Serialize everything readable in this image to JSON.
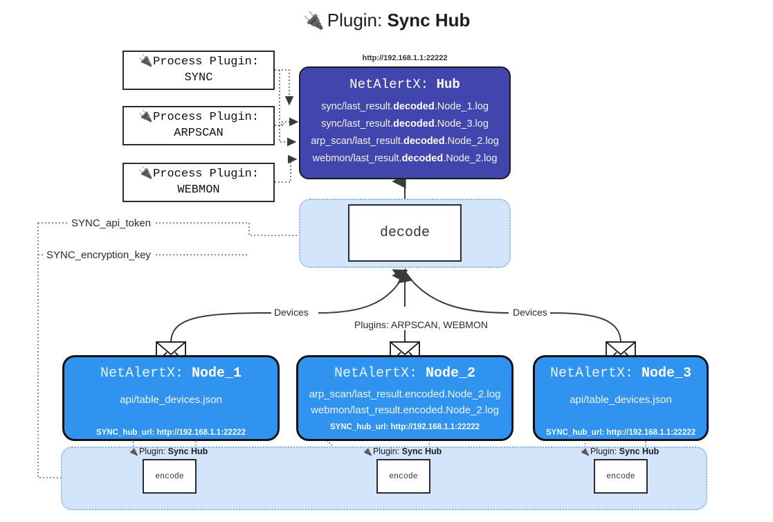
{
  "title": {
    "icon": "plug-icon",
    "prefix": "Plugin:",
    "name": "Sync Hub"
  },
  "process_plugins": [
    {
      "icon": "plug-icon",
      "line1": "Process Plugin:",
      "line2": "SYNC"
    },
    {
      "icon": "plug-icon",
      "line1": "Process Plugin:",
      "line2": "ARPSCAN"
    },
    {
      "icon": "plug-icon",
      "line1": "Process Plugin:",
      "line2": "WEBMON"
    }
  ],
  "hub": {
    "url": "http://192.168.1.1:22222",
    "title_prefix": "NetAlertX:",
    "title_name": "Hub",
    "logs": [
      {
        "pre": "sync/last_result.",
        "em": "decoded",
        "post": ".Node_1.log"
      },
      {
        "pre": "sync/last_result.",
        "em": "decoded",
        "post": ".Node_3.log"
      },
      {
        "pre": "arp_scan/last_result.",
        "em": "decoded",
        "post": ".Node_2.log"
      },
      {
        "pre": "webmon/last_result.",
        "em": "decoded",
        "post": ".Node_2.log"
      }
    ]
  },
  "decode": {
    "label": "decode"
  },
  "secrets": {
    "api_token": "SYNC_api_token",
    "encryption_key": "SYNC_encryption_key"
  },
  "edge_labels": {
    "devices_left": "Devices",
    "devices_right": "Devices",
    "plugins_mid": "Plugins: ARPSCAN, WEBMON"
  },
  "nodes": [
    {
      "icon": "envelope-icon",
      "title_prefix": "NetAlertX:",
      "title_name": "Node_1",
      "lines": [
        "api/table_devices.json"
      ],
      "footer": "SYNC_hub_url: http://192.168.1.1:22222"
    },
    {
      "icon": "envelope-icon",
      "title_prefix": "NetAlertX:",
      "title_name": "Node_2",
      "lines": [
        "arp_scan/last_result.encoded.Node_2.log",
        "webmon/last_result.encoded.Node_2.log"
      ],
      "footer": "SYNC_hub_url: http://192.168.1.1:22222"
    },
    {
      "icon": "envelope-icon",
      "title_prefix": "NetAlertX:",
      "title_name": "Node_3",
      "lines": [
        "api/table_devices.json"
      ],
      "footer": "SYNC_hub_url: http://192.168.1.1:22222"
    }
  ],
  "encoders": [
    {
      "icon": "plug-icon",
      "cap_prefix": "Plugin:",
      "cap_name": "Sync Hub",
      "label": "encode"
    },
    {
      "icon": "plug-icon",
      "cap_prefix": "Plugin:",
      "cap_name": "Sync Hub",
      "label": "encode"
    },
    {
      "icon": "plug-icon",
      "cap_prefix": "Plugin:",
      "cap_name": "Sync Hub",
      "label": "encode"
    }
  ],
  "colors": {
    "hub_fill": "#4046ad",
    "node_fill": "#2f93ef",
    "container_fill": "#d3e5fa",
    "container_border": "#8fb6d8",
    "stroke": "#2b2b2b"
  }
}
